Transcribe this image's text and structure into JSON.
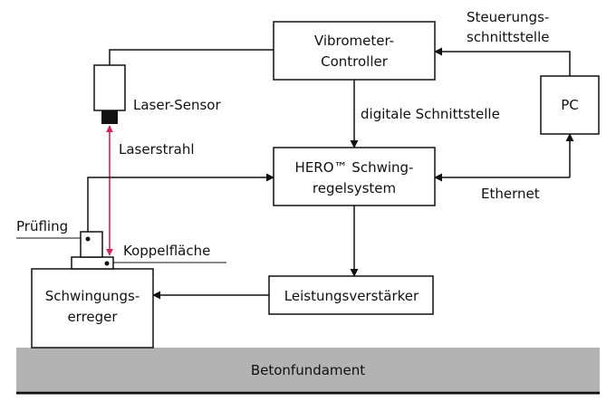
{
  "boxes": {
    "vibrometer_controller": [
      "Vibrometer-",
      "Controller"
    ],
    "pc": "PC",
    "hero": [
      "HERO™ Schwing-",
      "regelsystem"
    ],
    "leistungsverstaerker": "Leistungsverstärker",
    "schwingungserreger": [
      "Schwingungs-",
      "erreger"
    ]
  },
  "labels": {
    "steuerungsschnittstelle": [
      "Steuerungs-",
      "schnittstelle"
    ],
    "laser_sensor": "Laser-Sensor",
    "digitale_schnittstelle": "digitale Schnittstelle",
    "laserstrahl": "Laserstrahl",
    "ethernet": "Ethernet",
    "pruefling": "Prüfling",
    "koppelflaeche": "Koppelfläche",
    "betonfundament": "Betonfundament"
  },
  "colors": {
    "line": "#111111",
    "laser": "#d6245a",
    "foundation": "#b3b3b3",
    "sensor_tip": "#111111"
  }
}
